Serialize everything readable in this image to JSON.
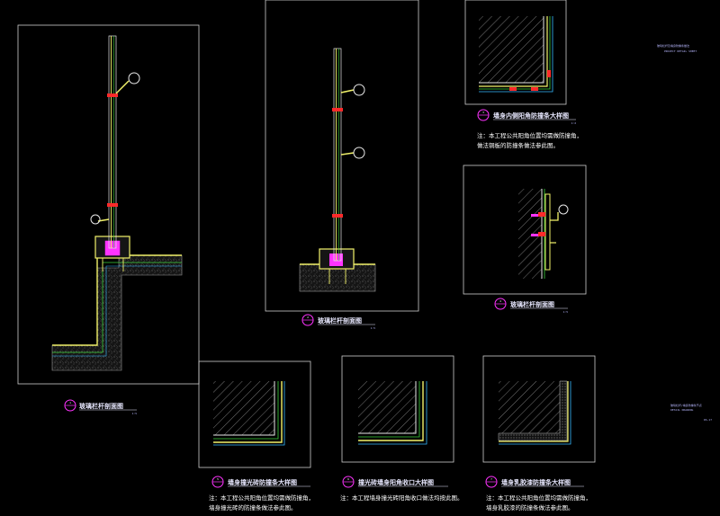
{
  "drawing": {
    "background": "#000000",
    "colors": {
      "frame": "#cfcfcf",
      "glass": "#e8e8e8",
      "member": "#f2f26a",
      "accent": "#ff2a2a",
      "magenta": "#ff33ff",
      "cyan": "#35b8ff",
      "green": "#3cd23c",
      "hatch": "#a8a8a8",
      "concrete": "#9a9a9a"
    },
    "details": [
      {
        "id": "d1",
        "tag": "1",
        "title": "玻璃栏杆剖面图",
        "scale": "1:5"
      },
      {
        "id": "d2",
        "tag": "2",
        "title": "玻璃栏杆剖面图",
        "scale": "1:5"
      },
      {
        "id": "d3",
        "tag": "3",
        "title": "墙身内侧阳角防撞条大样图",
        "scale": "1:2"
      },
      {
        "id": "d4",
        "tag": "4",
        "title": "玻璃栏杆剖面图",
        "scale": "1:5"
      },
      {
        "id": "d5",
        "tag": "5",
        "title": "墙身撞光砖防撞条大样图",
        "scale": "1:2"
      },
      {
        "id": "d6",
        "tag": "6",
        "title": "撞光砖墙身阳角收口大样图",
        "scale": "1:2"
      },
      {
        "id": "d7",
        "tag": "7",
        "title": "墙身乳胶漆防撞条大样图",
        "scale": "1:2"
      }
    ],
    "notes": {
      "d3": [
        "注：本工程公共阳角位置均需做防撞角，",
        "做法铜板的防撞条做法参此图。"
      ],
      "d5": [
        "注：本工程公共阳角位置均需做防撞角，",
        "墙身撞光砖的防撞条做法参此图。"
      ],
      "d6": [
        "注：本工程墙身撞光砖阳角收口做法均按此图。"
      ],
      "d7": [
        "注：本工程公共阳角位置均需做防撞角，",
        "墙身乳胶漆的防撞条做法参此图。"
      ]
    },
    "title_block": {
      "top_right": [
        "玻璃栏杆及墙身防撞条做法",
        "PROJECT DETAIL SHEET"
      ],
      "bottom_right": [
        "玻璃栏杆/墙身防撞条节点",
        "DETAIL DRAWING",
        "DS-17"
      ]
    }
  }
}
